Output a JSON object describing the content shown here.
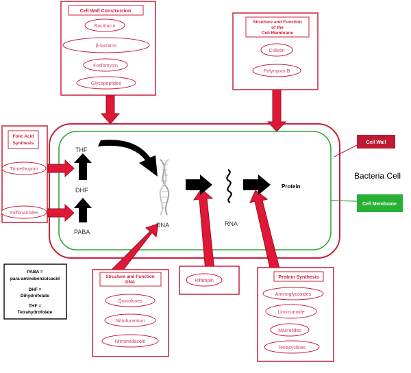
{
  "colors": {
    "red": "#c8203c",
    "pink_text": "#d1426a",
    "green": "#2fa63a",
    "arrow": "#e01838"
  },
  "cell_wall_construction": {
    "title": "Cell Wall Construction",
    "drugs": [
      "Bacitracin",
      "β-lactams",
      "Fosfomycin",
      "Glycopeptides"
    ]
  },
  "cell_membrane_function": {
    "title_lines": [
      "Structure and Function",
      "of the",
      "Cell Membrane"
    ],
    "drugs": [
      "Colistin",
      "Polymyxin B"
    ]
  },
  "folic_acid_synthesis": {
    "title_lines": [
      "Folic Acid",
      "Synthesis"
    ],
    "drugs": [
      "Trimethoprim",
      "Sulfonamides"
    ]
  },
  "dna_function": {
    "title_lines": [
      "Structure and Function",
      "DNA"
    ],
    "drugs": [
      "Quinolones",
      "Nitrofurantoin",
      "Nitroimidazole"
    ]
  },
  "rifampin_box": {
    "drug": "Rifampin"
  },
  "protein_synthesis": {
    "title": "Protein Synthesis",
    "drugs": [
      "Aminoglycosides",
      "Lincosamide",
      "Macrolides",
      "Tetracyclines"
    ]
  },
  "pathway": {
    "thf": "THF",
    "dhf": "DHF",
    "paba": "PABA",
    "dna": "DNA",
    "rna": "RNA",
    "protein": "Protein"
  },
  "labels": {
    "bacteria_cell": "Bacteria Cell",
    "cell_wall": "Cell Wall",
    "cell_membrane": "Cell Membrane"
  },
  "legend": {
    "lines": [
      "PABA =",
      "para-aminobenzoicacid",
      "DHF =",
      "Dihydrofolate",
      "THF =",
      "Tetrahydrofolate"
    ]
  }
}
